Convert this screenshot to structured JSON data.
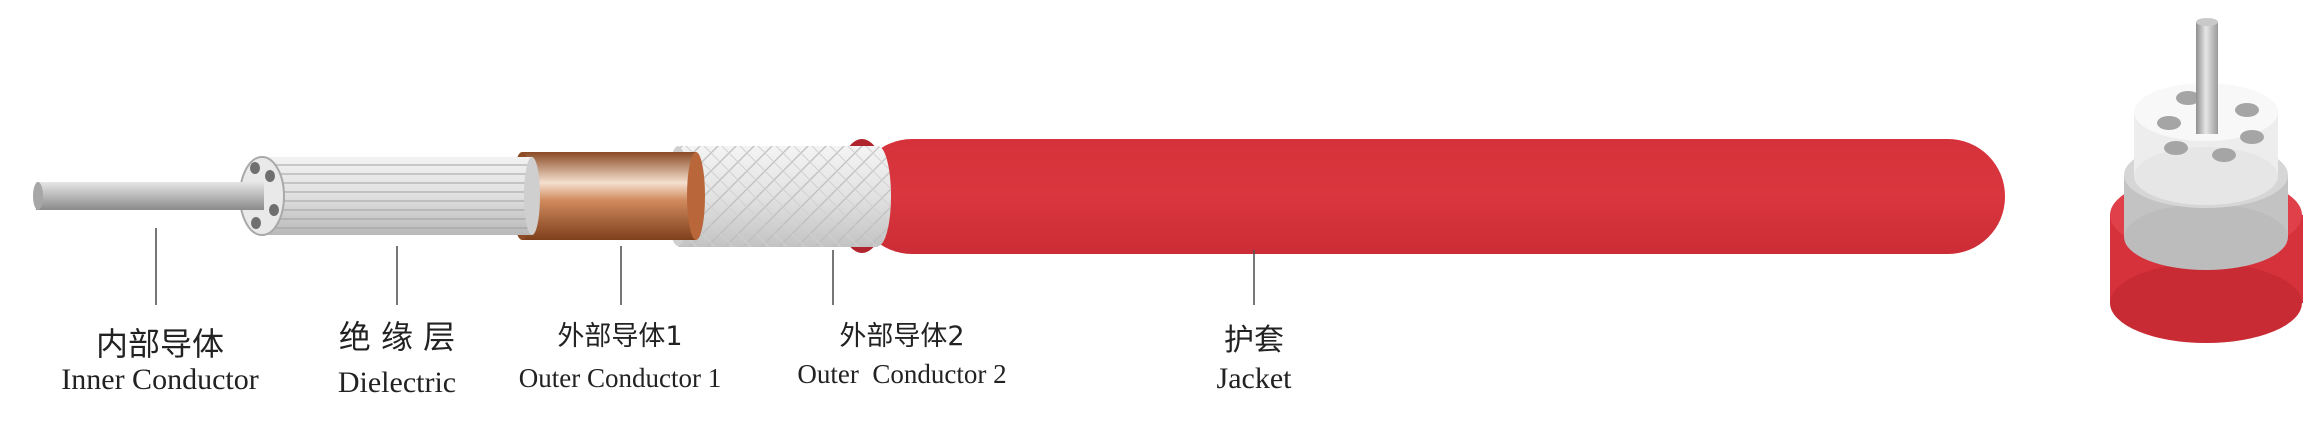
{
  "labels": {
    "inner_conductor": {
      "zh": "内部导体",
      "en": "Inner Conductor"
    },
    "dielectric": {
      "zh": "绝 缘 层",
      "en": "Dielectric"
    },
    "outer_conductor_1": {
      "zh": "外部导体1",
      "en": "Outer Conductor 1"
    },
    "outer_conductor_2": {
      "zh": "外部导体2",
      "en": "Outer  Conductor 2"
    },
    "jacket": {
      "zh": "护套",
      "en": "Jacket"
    }
  },
  "colors": {
    "jacket": "#d6323b",
    "copper_tape": "#b8663a",
    "braid": "#dcdcdc",
    "dielectric": "#e4e4e4",
    "conductor": "#b9b9b9",
    "leader_line": "#555555"
  }
}
